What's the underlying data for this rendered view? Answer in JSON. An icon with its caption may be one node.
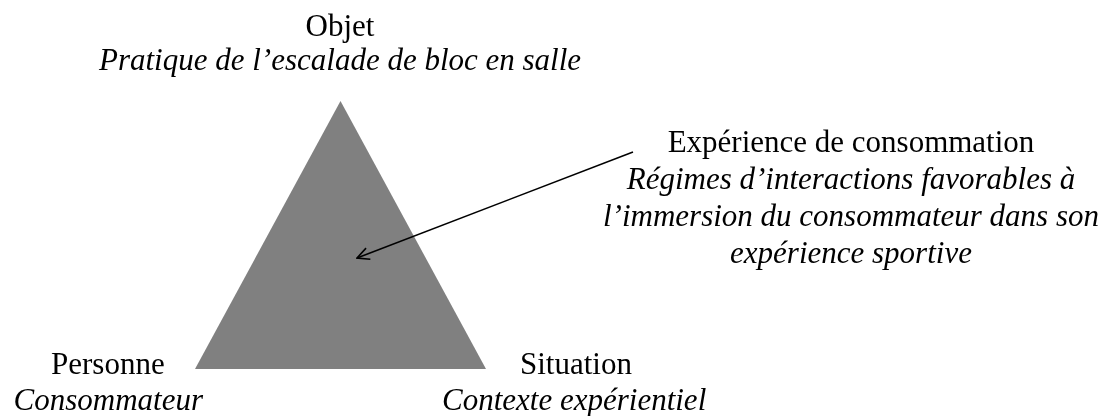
{
  "diagram": {
    "nodes": [
      {
        "text": [
          "Expérience de consommation",
          "Régimes d’interactions favorables à l’immersion du consommateur dans son expérience sportive"
        ]
      },
      {
        "text": [],
        "shape": "triangle"
      }
    ],
    "edges": [
      {
        "from": 0,
        "to": 1,
        "arrow": "to"
      }
    ],
    "labels": [
      "Objet",
      "Pratique de l’escalade de bloc en salle",
      "Personne",
      "Consommateur",
      "Situation",
      "Contexte expérientiel"
    ]
  }
}
